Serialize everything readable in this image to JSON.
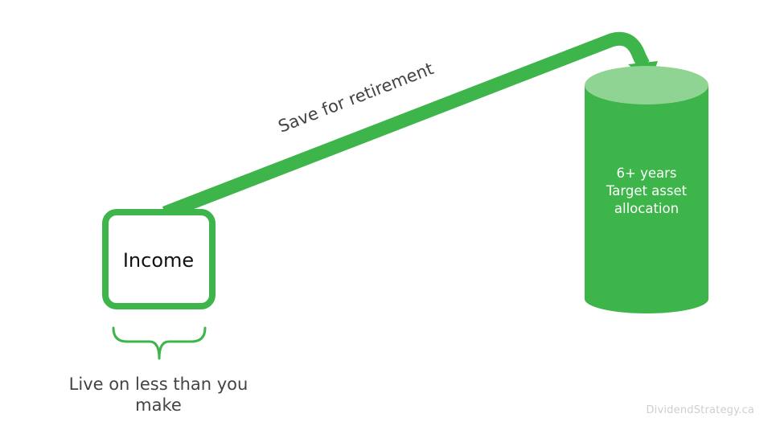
{
  "diagram": {
    "income_label": "Income",
    "arrow_label": "Save for retirement",
    "bucket": {
      "line1": "6+ years",
      "line2": "Target asset",
      "line3": "allocation"
    },
    "brace_label": {
      "line1": "Live on less than you",
      "line2": "make"
    }
  },
  "footer": {
    "brand": "DividendStrategy.ca"
  },
  "colors": {
    "green": "#3db54a",
    "green_light": "#8fd492",
    "text_dark": "#222222",
    "text_gray": "#444444",
    "footer_gray": "#cfcfcf"
  }
}
